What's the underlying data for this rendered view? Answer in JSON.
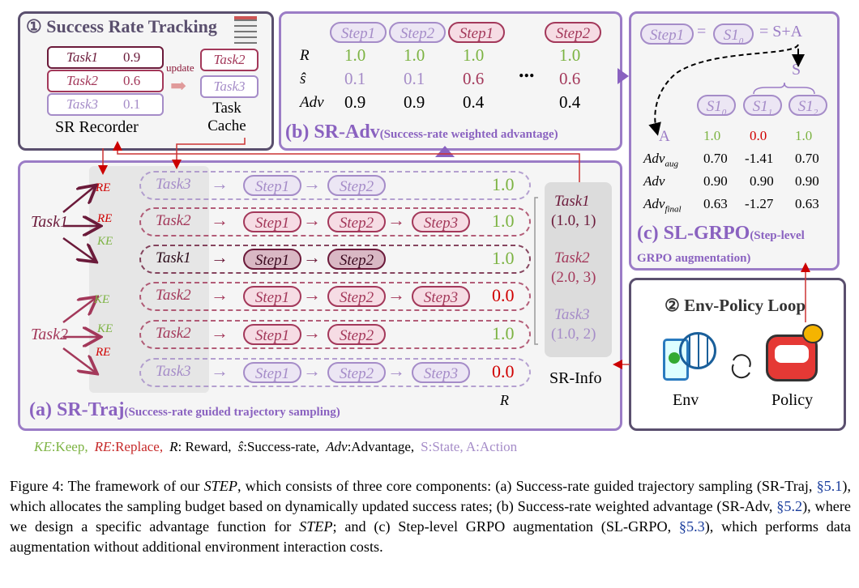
{
  "tracking": {
    "title": "① Success Rate Tracking",
    "recorder": [
      {
        "task": "Task1",
        "sr": "0.9"
      },
      {
        "task": "Task2",
        "sr": "0.6"
      },
      {
        "task": "Task3",
        "sr": "0.1"
      }
    ],
    "recorder_label": "SR Recorder",
    "update_label": "update",
    "cache": [
      "Task2",
      "Task3"
    ],
    "cache_label_1": "Task",
    "cache_label_2": "Cache"
  },
  "sradv": {
    "headers": [
      "Step1",
      "Step2",
      "Step1",
      "Step2"
    ],
    "rows": [
      {
        "label": "R",
        "values": [
          "1.0",
          "1.0",
          "1.0",
          "1.0"
        ]
      },
      {
        "label": "ŝ",
        "values": [
          "0.1",
          "0.1",
          "0.6",
          "0.6"
        ]
      },
      {
        "label": "Adv",
        "values": [
          "0.9",
          "0.9",
          "0.4",
          "0.4"
        ]
      }
    ],
    "ellipsis": "...",
    "title": "(b) SR-Adv",
    "subtitle": "(Success-rate weighted advantage)"
  },
  "slgrpo": {
    "step": "Step1",
    "eq1": "=",
    "s10": "S1",
    "sub0": "0",
    "eq2": "= S+A",
    "s_label": "S",
    "states": [
      {
        "n": "S1",
        "sub": "0"
      },
      {
        "n": "S1",
        "sub": "1"
      },
      {
        "n": "S1",
        "sub": "2"
      }
    ],
    "a_label": "A",
    "a_values": [
      "1.0",
      "0.0",
      "1.0"
    ],
    "rows": [
      {
        "label": "Adv",
        "sub": "aug",
        "values": [
          "0.70",
          "-1.41",
          "0.70"
        ]
      },
      {
        "label": "Adv",
        "sub": "",
        "values": [
          "0.90",
          "0.90",
          "0.90"
        ]
      },
      {
        "label": "Adv",
        "sub": "final",
        "values": [
          "0.63",
          "-1.27",
          "0.63"
        ]
      }
    ],
    "title": "(c) SL-GRPO",
    "subtitle_1": "(Step-level",
    "subtitle_2": "GRPO augmentation)"
  },
  "srtraj": {
    "sources": [
      "Task1",
      "Task2"
    ],
    "edge_labels": [
      "RE",
      "RE",
      "KE",
      "KE",
      "KE",
      "RE"
    ],
    "rows": [
      {
        "task": "Task3",
        "steps": [
          "Step1",
          "Step2"
        ],
        "r": "1.0",
        "lvl": 3
      },
      {
        "task": "Task2",
        "steps": [
          "Step1",
          "Step2",
          "Step3"
        ],
        "r": "1.0",
        "lvl": 2
      },
      {
        "task": "Task1",
        "steps": [
          "Step1",
          "Step2"
        ],
        "r": "1.0",
        "lvl": 1
      },
      {
        "task": "Task2",
        "steps": [
          "Step1",
          "Step2",
          "Step3"
        ],
        "r": "0.0",
        "lvl": 2
      },
      {
        "task": "Task2",
        "steps": [
          "Step1",
          "Step2"
        ],
        "r": "1.0",
        "lvl": 2
      },
      {
        "task": "Task3",
        "steps": [
          "Step1",
          "Step2",
          "Step3"
        ],
        "r": "0.0",
        "lvl": 3
      }
    ],
    "info": [
      {
        "task": "Task1",
        "val": "(1.0, 1)"
      },
      {
        "task": "Task2",
        "val": "(2.0, 3)"
      },
      {
        "task": "Task3",
        "val": "(1.0, 2)"
      }
    ],
    "info_label": "SR-Info",
    "r_label": "R",
    "title": "(a) SR-Traj",
    "subtitle": "(Success-rate guided trajectory sampling)"
  },
  "loop": {
    "title": "② Env-Policy Loop",
    "env": "Env",
    "policy": "Policy"
  },
  "legend": [
    {
      "k": "KE",
      "v": ":Keep,",
      "c": "#7cb342"
    },
    {
      "k": "RE",
      "v": ":Replace,",
      "c": "#c62828"
    },
    {
      "k": "R",
      "v": ": Reward,",
      "c": "#000"
    },
    {
      "k": "ŝ",
      "v": ":Success-rate,",
      "c": "#000"
    },
    {
      "k": "Adv",
      "v": ":Advantage,",
      "c": "#000"
    },
    {
      "k": "",
      "v": "S:State,  A:Action",
      "c": "#a58cc8"
    }
  ],
  "caption": {
    "p1": "Figure 4: The framework of our ",
    "step": "STEP",
    "p2": ", which consists of three core components: (a) Success-rate guided trajectory sampling (SR-Traj, ",
    "ref1": "§5.1",
    "p3": "), which allocates the sampling budget based on dynamically updated success rates; (b) Success-rate weighted advantage (SR-Adv, ",
    "ref2": "§5.2",
    "p4": "), where we design a specific advantage function for ",
    "step2": "STEP",
    "p5": "; and (c) Step-level GRPO augmentation (SL-GRPO, ",
    "ref3": "§5.3",
    "p6": "), which performs data augmentation without additional environment interaction costs."
  },
  "colors": {
    "t1": "#6b1a3a",
    "t2": "#a3385a",
    "t3": "#a58cc8",
    "green": "#7cb342",
    "red": "#d00000",
    "purple": "#9b7cc6"
  }
}
